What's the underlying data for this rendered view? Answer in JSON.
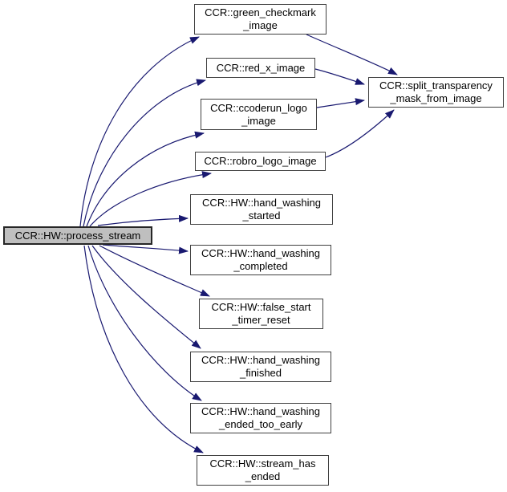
{
  "diagram": {
    "kind": "call-graph",
    "colors": {
      "background": "#ffffff",
      "edge": "#191970",
      "node_border": "#404040",
      "highlight_fill": "#bfbfbf",
      "text": "#000000"
    },
    "nodes": {
      "process_stream": {
        "lines": [
          "CCR::HW::process_stream"
        ],
        "highlighted": true
      },
      "green_checkmark_image": {
        "lines": [
          "CCR::green_checkmark",
          "_image"
        ]
      },
      "red_x_image": {
        "lines": [
          "CCR::red_x_image"
        ]
      },
      "ccoderun_logo_image": {
        "lines": [
          "CCR::ccoderun_logo",
          "_image"
        ]
      },
      "robro_logo_image": {
        "lines": [
          "CCR::robro_logo_image"
        ]
      },
      "hand_washing_started": {
        "lines": [
          "CCR::HW::hand_washing",
          "_started"
        ]
      },
      "hand_washing_completed": {
        "lines": [
          "CCR::HW::hand_washing",
          "_completed"
        ]
      },
      "false_start_timer_reset": {
        "lines": [
          "CCR::HW::false_start",
          "_timer_reset"
        ]
      },
      "hand_washing_finished": {
        "lines": [
          "CCR::HW::hand_washing",
          "_finished"
        ]
      },
      "hand_washing_ended_too_early": {
        "lines": [
          "CCR::HW::hand_washing",
          "_ended_too_early"
        ]
      },
      "stream_has_ended": {
        "lines": [
          "CCR::HW::stream_has",
          "_ended"
        ]
      },
      "split_transparency_mask_from_image": {
        "lines": [
          "CCR::split_transparency",
          "_mask_from_image"
        ]
      }
    },
    "edges": [
      {
        "from": "process_stream",
        "to": "green_checkmark_image"
      },
      {
        "from": "process_stream",
        "to": "red_x_image"
      },
      {
        "from": "process_stream",
        "to": "ccoderun_logo_image"
      },
      {
        "from": "process_stream",
        "to": "robro_logo_image"
      },
      {
        "from": "process_stream",
        "to": "hand_washing_started"
      },
      {
        "from": "process_stream",
        "to": "hand_washing_completed"
      },
      {
        "from": "process_stream",
        "to": "false_start_timer_reset"
      },
      {
        "from": "process_stream",
        "to": "hand_washing_finished"
      },
      {
        "from": "process_stream",
        "to": "hand_washing_ended_too_early"
      },
      {
        "from": "process_stream",
        "to": "stream_has_ended"
      },
      {
        "from": "green_checkmark_image",
        "to": "split_transparency_mask_from_image"
      },
      {
        "from": "red_x_image",
        "to": "split_transparency_mask_from_image"
      },
      {
        "from": "ccoderun_logo_image",
        "to": "split_transparency_mask_from_image"
      },
      {
        "from": "robro_logo_image",
        "to": "split_transparency_mask_from_image"
      }
    ]
  }
}
